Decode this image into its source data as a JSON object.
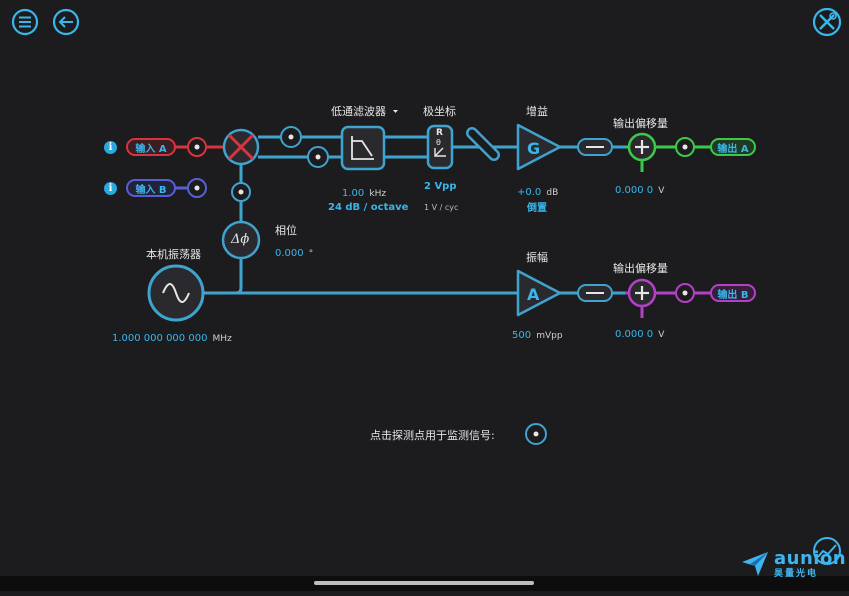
{
  "toolbar": {
    "menu_icon": "menu-icon",
    "back_icon": "back-arrow-icon",
    "tools_icon": "tools-icon"
  },
  "inputs": {
    "a": "输入 A",
    "b": "输入 B"
  },
  "lowpass": {
    "title": "低通滤波器",
    "freq_value": "1.00",
    "freq_unit": "kHz",
    "slope": "24 dB / octave"
  },
  "polar": {
    "title": "极坐标",
    "r_label": "R",
    "theta_label": "θ",
    "range": "2 Vpp",
    "scale": "1 V / cyc"
  },
  "gain": {
    "title": "增益",
    "symbol": "G",
    "value": "+0.0",
    "unit": "dB",
    "invert": "倒置"
  },
  "offset_a": {
    "title": "输出偏移量",
    "value": "0.000 0",
    "unit": "V"
  },
  "offset_b": {
    "title": "输出偏移量",
    "value": "0.000 0",
    "unit": "V"
  },
  "outputs": {
    "a": "输出 A",
    "b": "输出 B"
  },
  "phase": {
    "title": "相位",
    "symbol": "Δϕ",
    "value": "0.000",
    "unit": "°"
  },
  "oscillator": {
    "title": "本机振荡器",
    "value": "1.000 000 000 000",
    "unit": "MHz"
  },
  "amplitude": {
    "title": "振幅",
    "symbol": "A",
    "value": "500",
    "unit": "mVpp"
  },
  "hint": {
    "text": "点击探测点用于监测信号:"
  },
  "logo": {
    "en": "aunion",
    "cn": "昊量光电"
  },
  "colors": {
    "accent": "#2aa8e0",
    "input_a": "#d8343d",
    "input_b": "#5560d6",
    "output_a": "#3cc94a",
    "output_b": "#b540c8"
  }
}
